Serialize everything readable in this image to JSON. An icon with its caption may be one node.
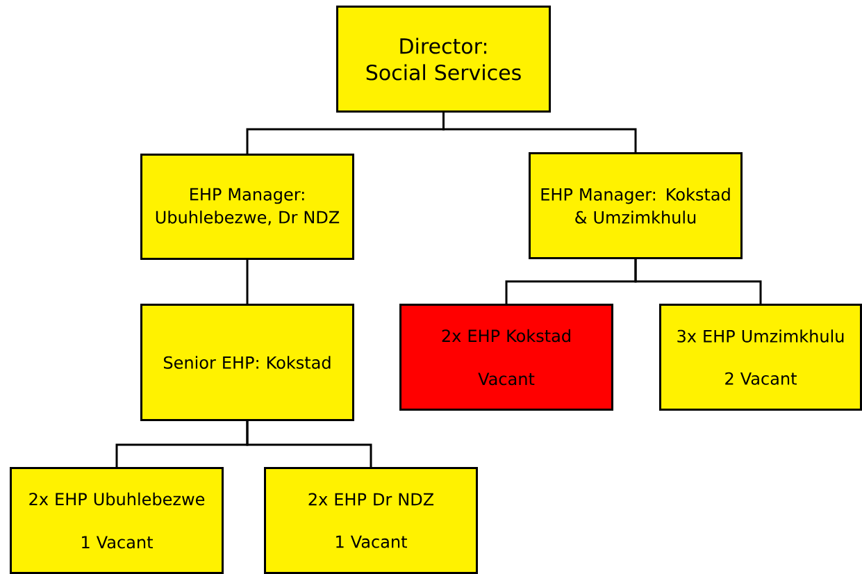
{
  "diagram": {
    "nodes": [
      {
        "text": [
          "Director: Social Services"
        ]
      },
      {
        "text": [
          "EHP Manager: Ubuhlebezwe, Dr NDZ"
        ]
      },
      {
        "text": [
          "EHP Manager: Kokstad & Umzimkhulu"
        ]
      },
      {
        "text": [
          "Senior EHP: Kokstad"
        ]
      },
      {
        "text": [
          "2x EHP Kokstad",
          "Vacant"
        ]
      },
      {
        "text": [
          "3x EHP Umzimkhulu",
          "2 Vacant"
        ]
      },
      {
        "text": [
          "2x EHP Ubuhlebezwe",
          "1 Vacant"
        ]
      },
      {
        "text": [
          "2x EHP Dr NDZ",
          "1 Vacant"
        ]
      }
    ],
    "edges": [
      {
        "from": 0,
        "to": 1,
        "arrow": "none"
      },
      {
        "from": 0,
        "to": 2,
        "arrow": "none"
      },
      {
        "from": 1,
        "to": 3,
        "arrow": "none"
      },
      {
        "from": 2,
        "to": 4,
        "arrow": "none"
      },
      {
        "from": 2,
        "to": 5,
        "arrow": "none"
      },
      {
        "from": 3,
        "to": 6,
        "arrow": "none"
      },
      {
        "from": 3,
        "to": 7,
        "arrow": "none"
      }
    ]
  }
}
